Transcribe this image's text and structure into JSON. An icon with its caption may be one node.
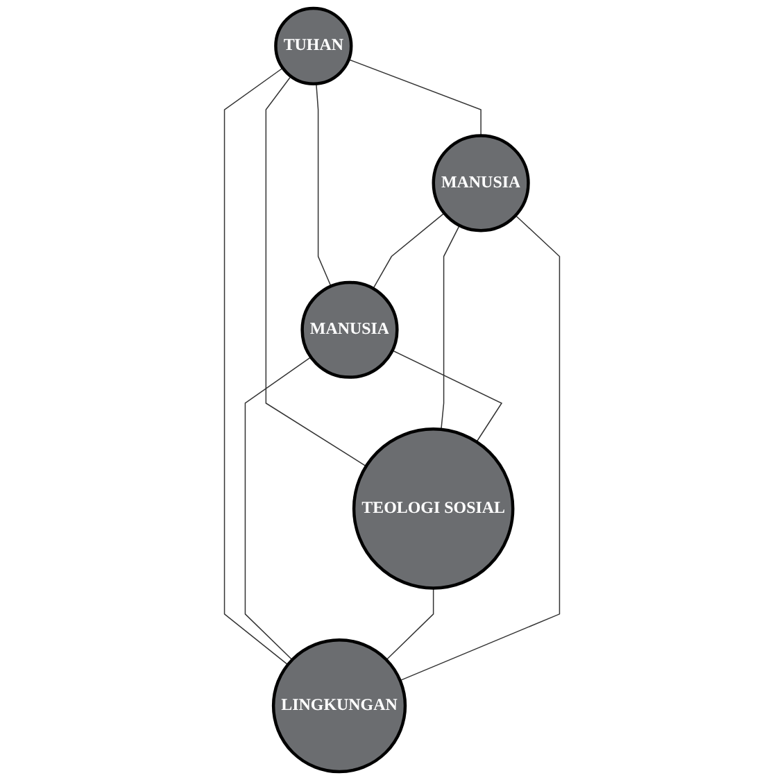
{
  "diagram": {
    "nodes": [
      {
        "text": [
          "TUHAN"
        ]
      },
      {
        "text": [
          "MANUSIA"
        ]
      },
      {
        "text": [
          "MANUSIA"
        ]
      },
      {
        "text": [
          "TEOLOGI SOSIAL"
        ]
      },
      {
        "text": [
          "LINGKUNGAN"
        ]
      }
    ],
    "edges": [
      {
        "from": 0,
        "to": 2,
        "arrow": "none"
      },
      {
        "from": 0,
        "to": 3,
        "arrow": "none"
      },
      {
        "from": 0,
        "to": 4,
        "arrow": "none"
      },
      {
        "from": 0,
        "to": 1,
        "arrow": "none"
      },
      {
        "from": 1,
        "to": 2,
        "arrow": "none"
      },
      {
        "from": 1,
        "to": 3,
        "arrow": "none"
      },
      {
        "from": 2,
        "to": 3,
        "arrow": "none"
      },
      {
        "from": 2,
        "to": 4,
        "arrow": "none"
      },
      {
        "from": 3,
        "to": 4,
        "arrow": "none"
      },
      {
        "from": 1,
        "to": 4,
        "arrow": "none"
      }
    ]
  }
}
